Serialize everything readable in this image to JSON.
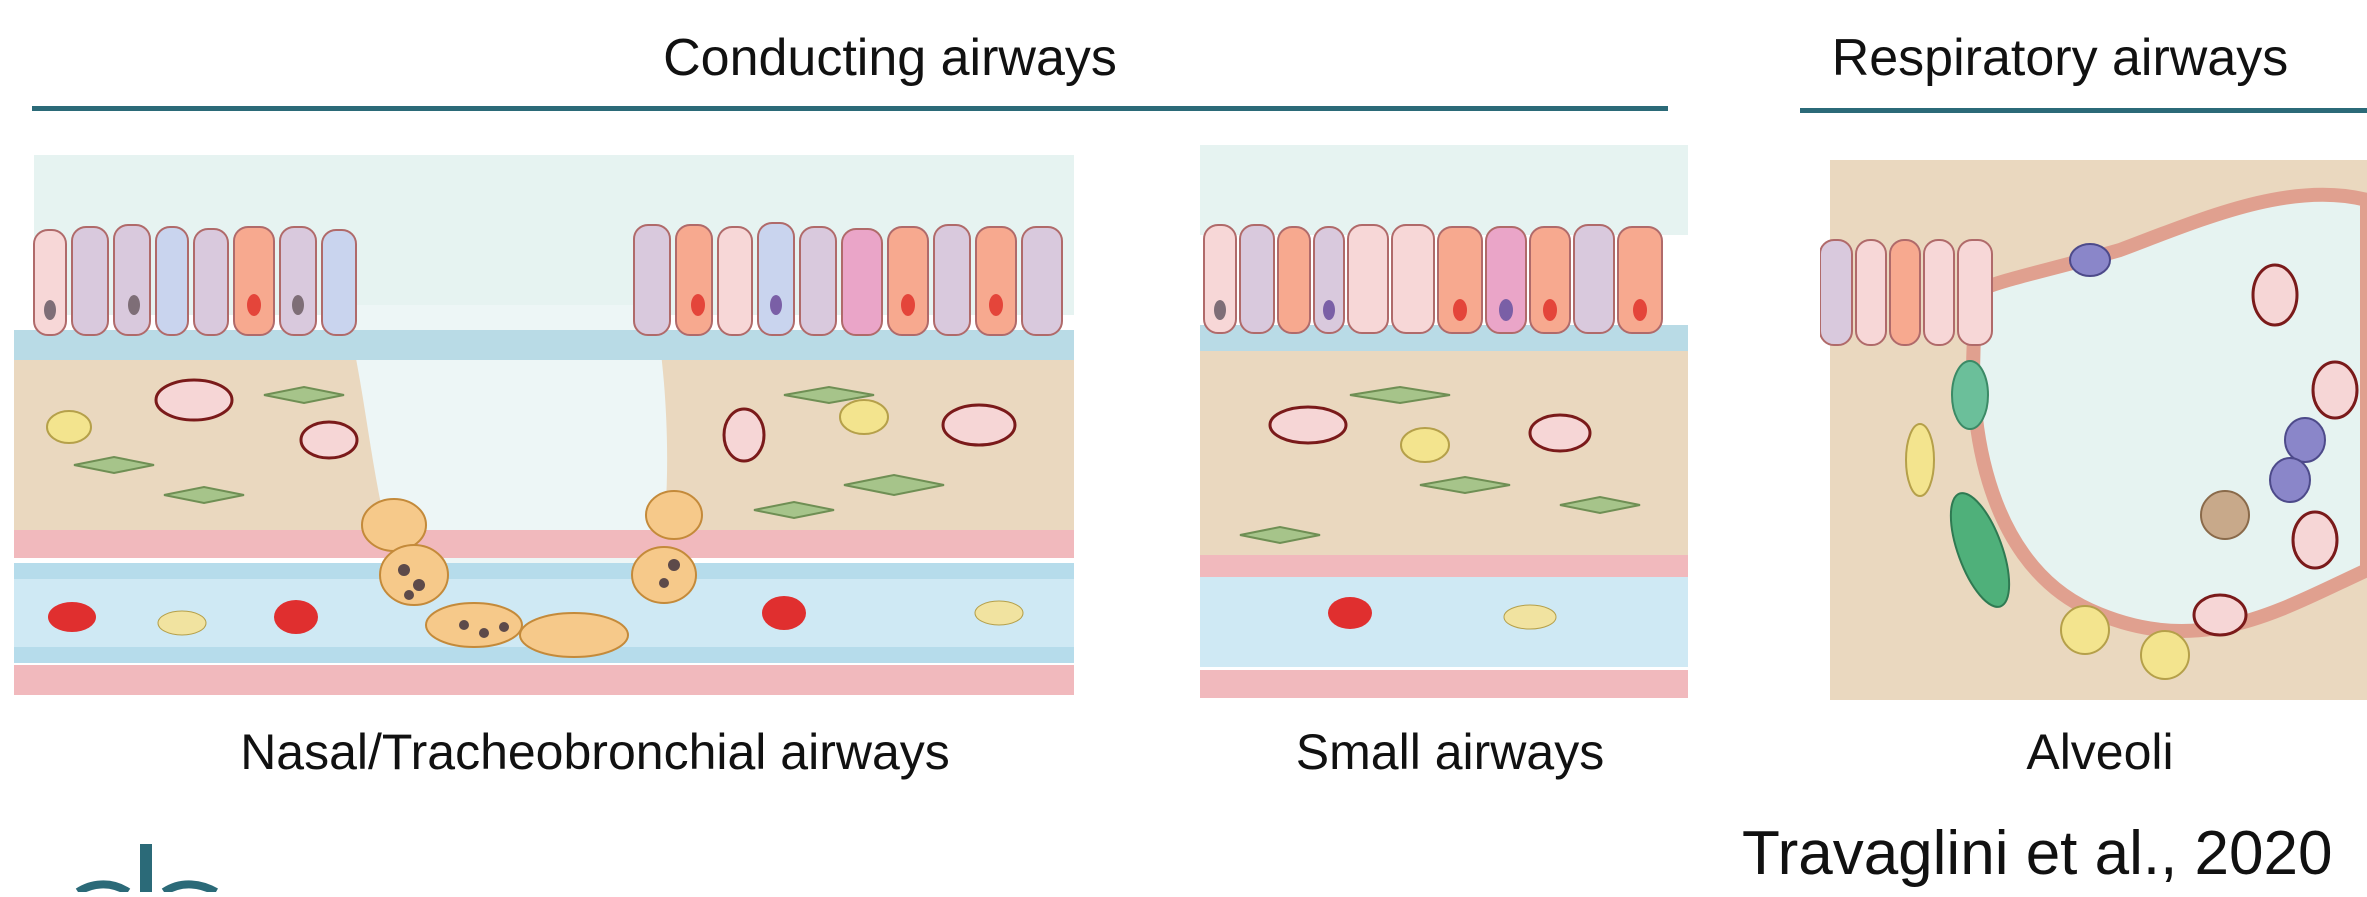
{
  "headers": {
    "conducting": "Conducting airways",
    "respiratory": "Respiratory airways"
  },
  "captions": {
    "nasal": "Nasal/Tracheobronchial airways",
    "small": "Small airways",
    "alveoli": "Alveoli"
  },
  "citation": "Travaglini et al., 2020",
  "colors": {
    "rule": "#2b6a78",
    "lumen": "#e6f3f1",
    "stroma": "#ead8bf",
    "basal": "#b9dbe6",
    "muscle": "#f1b9bd",
    "vessel": "#cfe9f4",
    "rbc": "#e02f2f",
    "ciliated": "#f7d7d7",
    "goblet": "#d9c9dd",
    "club": "#f7a98f",
    "gland": "#f6c98a"
  },
  "icons": {
    "logo": "lung-icon"
  }
}
